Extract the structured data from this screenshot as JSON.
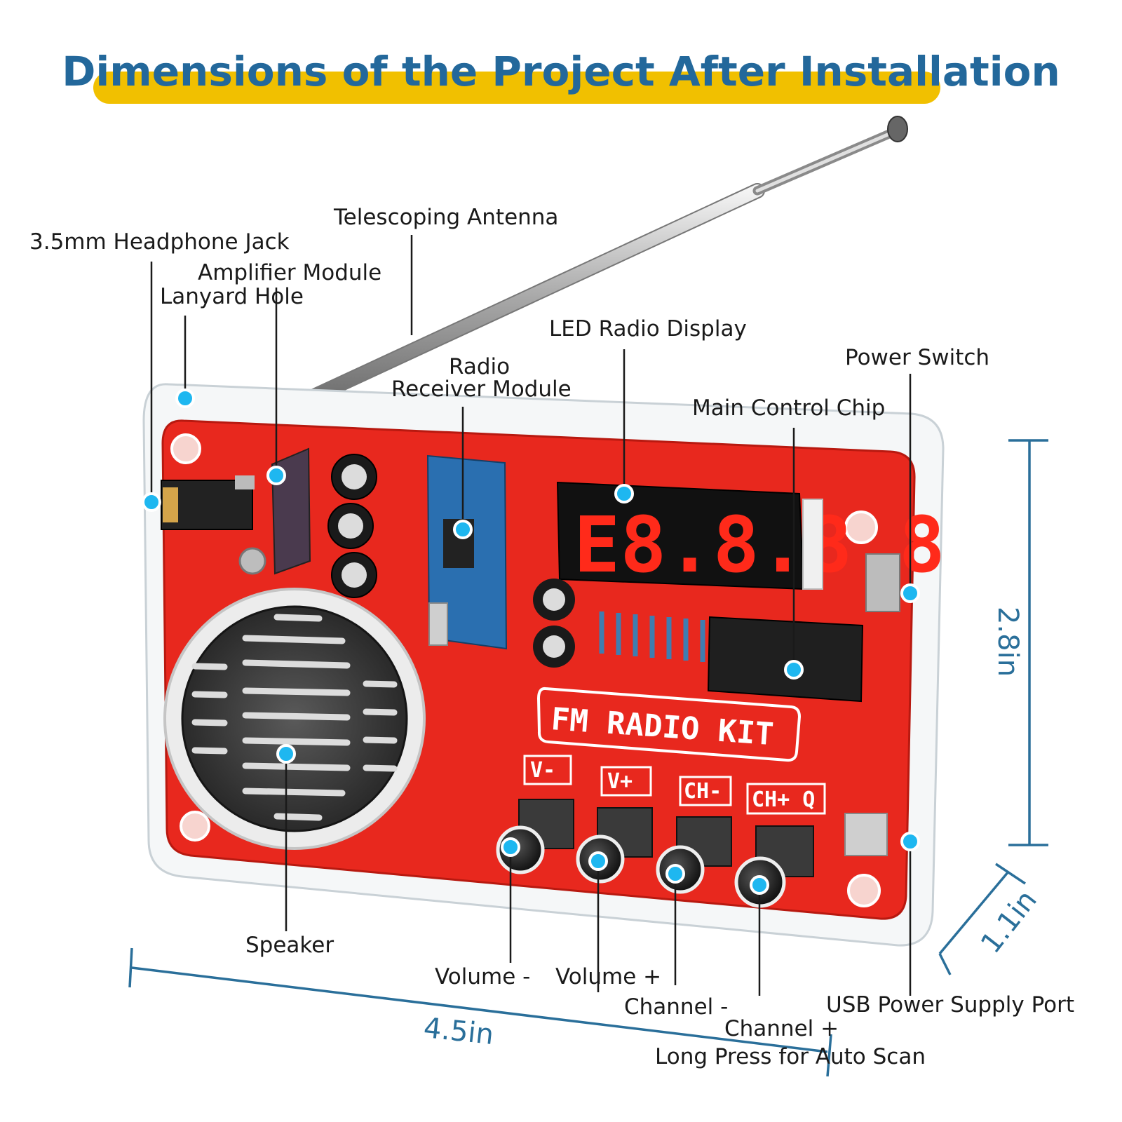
{
  "title": "Dimensions of the Project After Installation",
  "colors": {
    "title_text": "#23689b",
    "title_bar": "#f1c000",
    "pcb_red": "#e8281e",
    "callout_dot": "#1eb7f0",
    "dimension_line": "#2a6f9a",
    "led_digit": "#ff2a1a"
  },
  "board": {
    "silkscreen": "FM RADIO KIT",
    "display_digits": "E8.8.8.8",
    "buttons": [
      "V-",
      "V+",
      "CH-",
      "CH+ Q"
    ]
  },
  "callouts": {
    "headphone_jack": "3.5mm Headphone Jack",
    "antenna": "Telescoping Antenna",
    "amplifier": "Amplifier Module",
    "lanyard": "Lanyard Hole",
    "led_display": "LED Radio Display",
    "radio_receiver_1": "Radio",
    "radio_receiver_2": "Receiver Module",
    "power_switch": "Power Switch",
    "main_chip": "Main Control Chip",
    "speaker": "Speaker",
    "volume_minus": "Volume -",
    "volume_plus": "Volume +",
    "channel_minus": "Channel -",
    "channel_plus": "Channel +",
    "auto_scan": "Long Press for Auto Scan",
    "usb_port": "USB Power Supply Port"
  },
  "dimensions": {
    "width": "4.5in",
    "height": "2.8in",
    "depth": "1.1in"
  }
}
